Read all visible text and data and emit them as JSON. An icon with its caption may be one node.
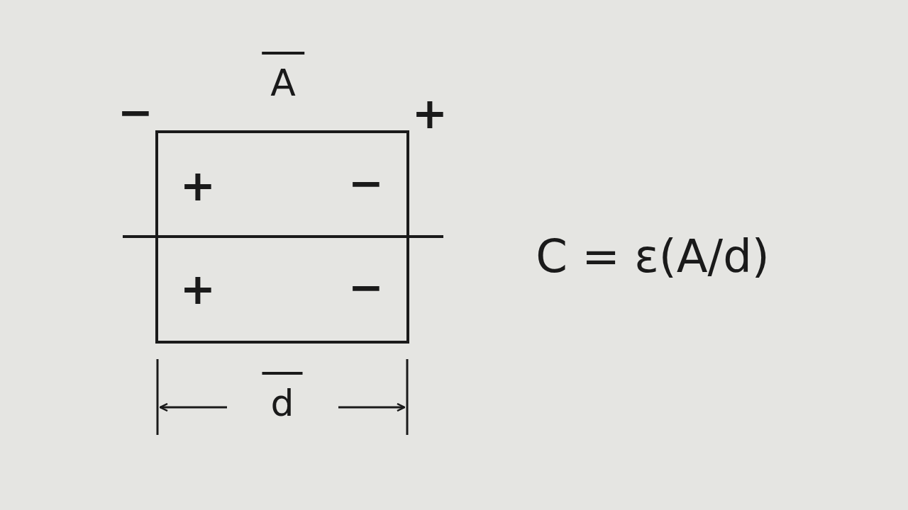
{
  "diagram": {
    "labels": [
      "A",
      "−",
      "+",
      "+",
      "−",
      "+",
      "−",
      "d",
      "C = ε(A/d)"
    ]
  }
}
